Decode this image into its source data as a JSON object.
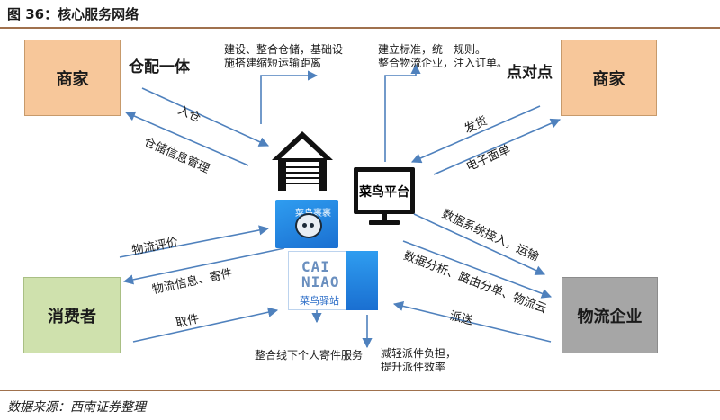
{
  "figure_title": "图 36：核心服务网络",
  "source_text": "数据来源：西南证券整理",
  "nodes": {
    "merchant_left": "商家",
    "merchant_right": "商家",
    "consumer": "消费者",
    "logistics": "物流企业",
    "platform": "菜鸟平台"
  },
  "headings": {
    "warehouse_integration": "仓配一体",
    "point_to_point": "点对点"
  },
  "app": {
    "guoguo_title": "菜鸟裹裹",
    "station_logo": "CAI NIAO",
    "station_logo_line1": "CAI",
    "station_logo_line2": "NIAO",
    "station_name": "菜鸟驿站"
  },
  "edge_labels": {
    "inbound": "入仓",
    "warehouse_info": "仓储信息管理",
    "ship": "发货",
    "e_waybill": "电子面单",
    "data_access": "数据系统接入，运输",
    "data_analysis": "数据分析、路由分单、物流云",
    "dispatch": "派送",
    "logistics_review": "物流评价",
    "logistics_info": "物流信息、寄件",
    "pickup": "取件"
  },
  "notes": {
    "warehouse_top": [
      "建设、整合仓储，基础设",
      "施搭建缩短运输距离"
    ],
    "platform_top": [
      "建立标准，统一规则。",
      "整合物流企业，注入订单。"
    ],
    "station_bottom": "整合线下个人寄件服务",
    "dispatch_bottom": [
      "减轻派件负担，",
      "提升派件效率"
    ]
  },
  "colors": {
    "merchant_fill": "#f7c79a",
    "consumer_fill": "#cfe1ad",
    "logistics_fill": "#a6a6a6",
    "arrow": "#4f81bd",
    "rule": "#a0714d"
  }
}
